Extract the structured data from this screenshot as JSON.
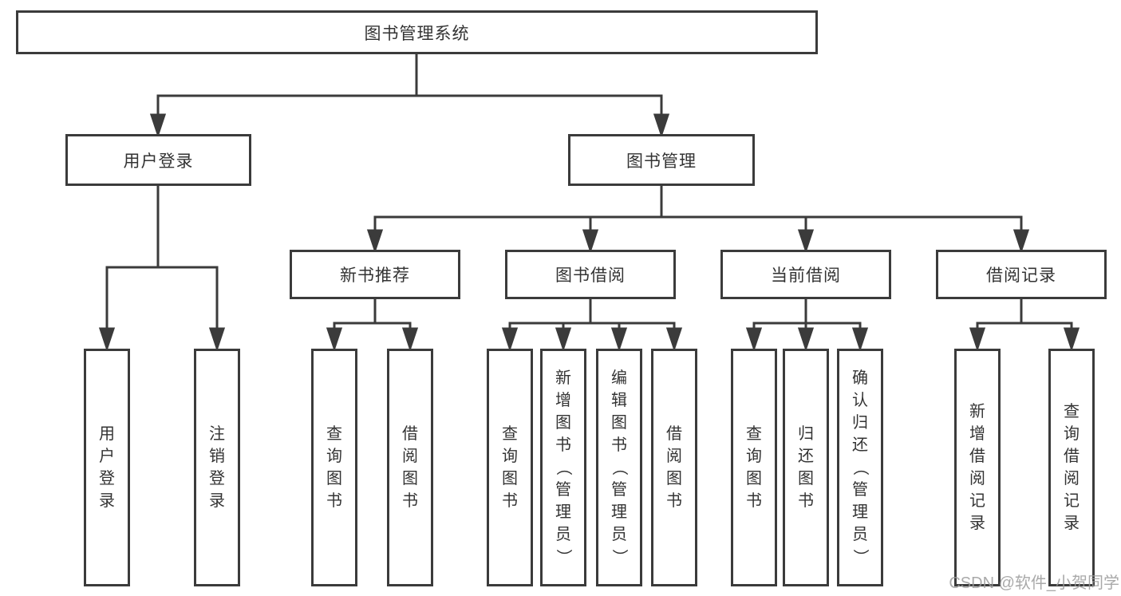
{
  "diagram_title": "图书管理系统",
  "colors": {
    "background": "#ffffff",
    "line": "#3b3b3b",
    "box_border": "#3b3b3b",
    "text": "#333333",
    "watermark": "#9b9b9b"
  },
  "tree": {
    "root": {
      "label": "图书管理系统"
    },
    "branches": [
      {
        "label": "用户登录",
        "children": [
          "用户登录",
          "注销登录"
        ]
      },
      {
        "label": "图书管理",
        "children": [
          {
            "label": "新书推荐",
            "children": [
              "查询图书",
              "借阅图书"
            ]
          },
          {
            "label": "图书借阅",
            "children": [
              "查询图书",
              "新增图书（管理员）",
              "编辑图书（管理员）",
              "借阅图书"
            ]
          },
          {
            "label": "当前借阅",
            "children": [
              "查询图书",
              "归还图书",
              "确认归还（管理员）"
            ]
          },
          {
            "label": "借阅记录",
            "children": [
              "新增借阅记录",
              "查询借阅记录"
            ]
          }
        ]
      }
    ]
  },
  "watermark": {
    "text": "CSDN @软件_小贺同学"
  }
}
